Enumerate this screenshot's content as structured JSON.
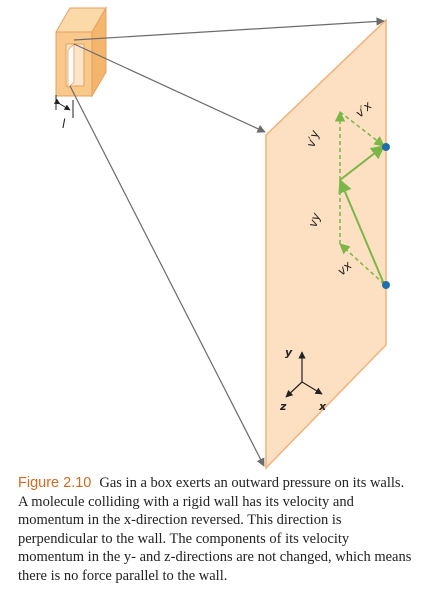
{
  "figure": {
    "labels": {
      "l": "l",
      "v_prime_y": "v′y",
      "v_prime_x": "v′x",
      "v_y": "vy",
      "v_x": "vx",
      "axis_y": "y",
      "axis_z": "z",
      "axis_x": "x"
    },
    "colors": {
      "wall_fill": "#fde0c2",
      "wall_edge": "#f0b27a",
      "box_fill": "#f8c98a",
      "ray": "#6b6b6b",
      "velocity": "#7ab648",
      "molecule": "#1f6fa8"
    }
  },
  "caption": {
    "number": "Figure 2.10",
    "text": "Gas in a box exerts an outward pressure on its walls. A molecule colliding with a rigid wall has its velocity and momentum in the x-direction reversed. This direction is perpendicular to the wall. The components of its velocity momentum in the y- and z-directions are not changed, which means there is no force parallel to the wall."
  }
}
